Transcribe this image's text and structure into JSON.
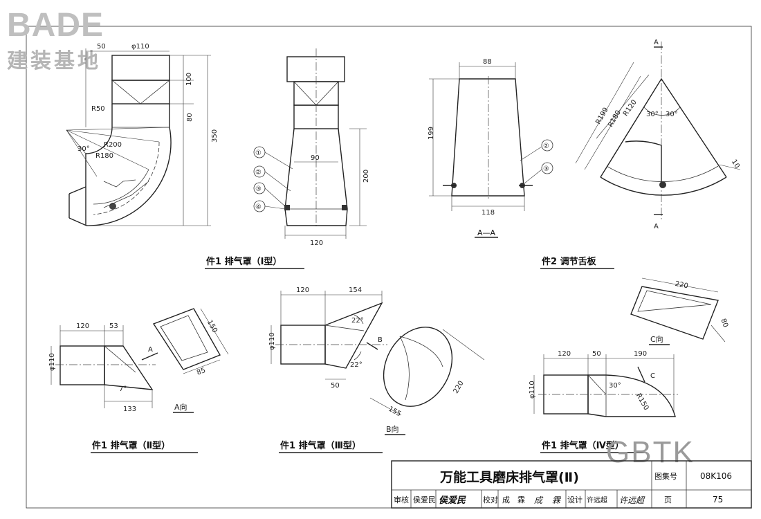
{
  "logo": {
    "brand": "BADE",
    "subtitle": "建装基地"
  },
  "watermark": "GBTK",
  "part1_type1": {
    "caption": "件1  排气罩（Ⅰ型）",
    "elbow_dims": [
      "50",
      "φ110",
      "100",
      "80",
      "350",
      "R50",
      "R200",
      "R180",
      "30°"
    ],
    "side_dims": [
      "90",
      "200",
      "120"
    ],
    "callouts": [
      "①",
      "②",
      "③",
      "④"
    ]
  },
  "part2": {
    "caption": "件2  调节舌板",
    "section_dims": [
      "88",
      "199",
      "118"
    ],
    "section_label": "A—A",
    "section_callouts": [
      "②",
      "③"
    ],
    "fan_dims": [
      "R199",
      "R180",
      "R120",
      "30°",
      "30°",
      "10"
    ],
    "cut_label_top": "A",
    "cut_label_bottom": "A"
  },
  "part1_type2": {
    "caption": "件1  排气罩（Ⅱ型）",
    "dims": [
      "120",
      "53",
      "φ110",
      "7°",
      "133"
    ],
    "view_arrow": "A",
    "view_dims": [
      "150",
      "85"
    ],
    "view_label": "A向"
  },
  "part1_type3": {
    "caption": "件1  排气罩（Ⅲ型）",
    "dims": [
      "120",
      "154",
      "φ110",
      "22°",
      "22°",
      "50"
    ],
    "view_arrow": "B",
    "view_dims": [
      "220",
      "155"
    ],
    "view_label": "B向"
  },
  "part1_type4": {
    "caption": "件1  排气罩（Ⅳ型）",
    "dims": [
      "120",
      "50",
      "190",
      "φ110",
      "30°",
      "R150"
    ],
    "view_arrow": "C",
    "view_dims": [
      "220",
      "80"
    ],
    "view_label": "C向"
  },
  "title_block": {
    "title": "万能工具磨床排气罩(Ⅱ)",
    "atlas_label": "图集号",
    "atlas_no": "08K106",
    "row": [
      "审核",
      "侯爱民",
      "侯爱民",
      "校对",
      "成",
      "霖",
      "成",
      "霖",
      "设计",
      "许远超",
      "许远超",
      "页",
      "75"
    ]
  }
}
